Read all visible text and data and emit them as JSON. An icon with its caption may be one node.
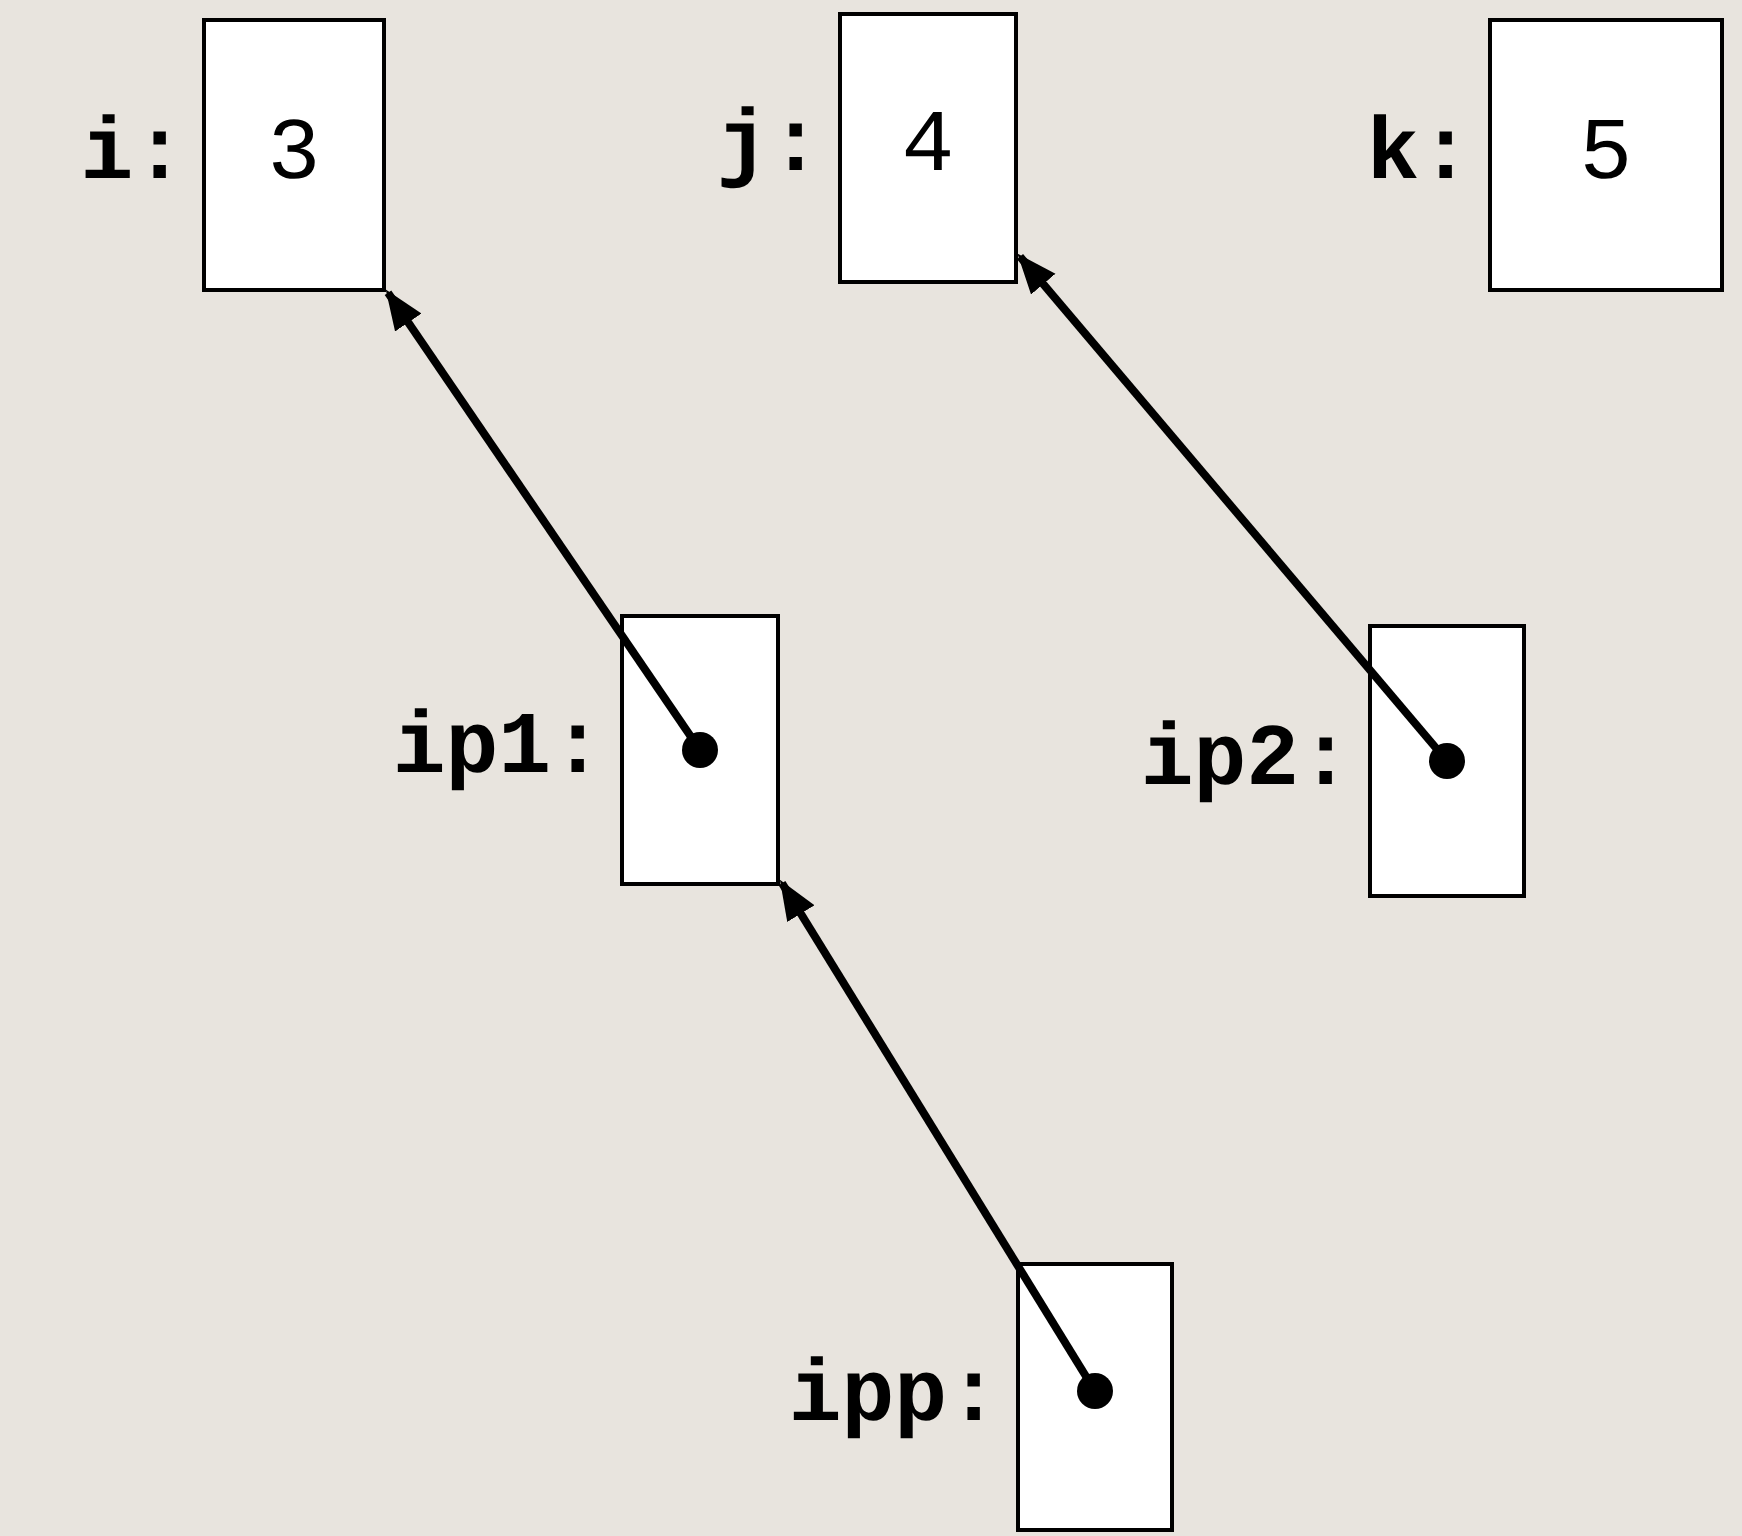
{
  "diagram": {
    "nodes": [
      {
        "text": [
          "3"
        ],
        "beside": [
          "i:"
        ]
      },
      {
        "text": [
          "4"
        ],
        "beside": [
          "j:"
        ]
      },
      {
        "text": [
          "5"
        ],
        "beside": [
          "k:"
        ]
      },
      {
        "text": [],
        "shape": "box",
        "beside": [
          "ip1:"
        ]
      },
      {
        "text": [],
        "shape": "box",
        "beside": [
          "ip2:"
        ]
      },
      {
        "text": [],
        "shape": "box",
        "beside": [
          "ipp:"
        ]
      }
    ],
    "edges": [
      {
        "from": 3,
        "to": 0,
        "arrow": "to"
      },
      {
        "from": 4,
        "to": 1,
        "arrow": "to"
      },
      {
        "from": 5,
        "to": 3,
        "arrow": "to"
      }
    ]
  }
}
